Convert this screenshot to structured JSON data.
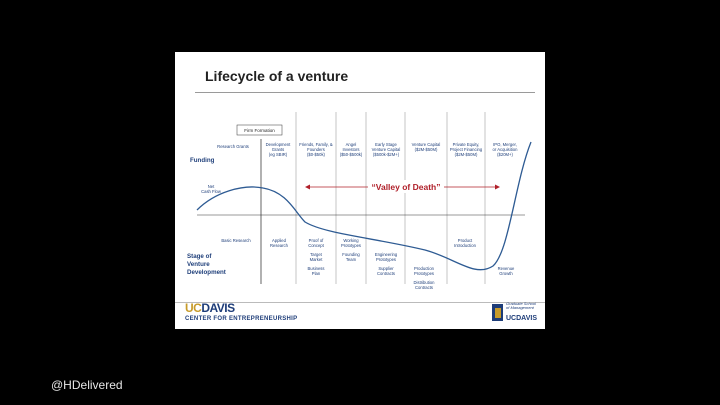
{
  "slide": {
    "title": "Lifecycle of a venture",
    "firm_formation": "Firm Formation",
    "funding_label": "Funding",
    "stage_label": [
      "Stage of",
      "Venture",
      "Development"
    ],
    "net_cash_flow": [
      "Net",
      "Cash Flow"
    ],
    "valley_of_death": "“Valley of Death”",
    "funding_columns": [
      [
        "Research Grants"
      ],
      [
        "Development",
        "Grants",
        "(eg SBIR)"
      ],
      [
        "Friends, Family, &",
        "Founders",
        "($0-$50k)"
      ],
      [
        "Angel",
        "Investors",
        "($50-$500k)"
      ],
      [
        "Early Stage",
        "Venture Capital",
        "($500k-$2M+)"
      ],
      [
        "Venture Capital",
        "($2M-$50M)"
      ],
      [
        "Private Equity,",
        "Project Financing",
        "($2M-$50M)"
      ],
      [
        "IPO, Merger,",
        "or Acquisition",
        "($20M+)"
      ]
    ],
    "stages": [
      [
        "Basic Research"
      ],
      [
        "Applied",
        "Research"
      ],
      [
        "Proof of",
        "Concept"
      ],
      [
        "Working",
        "Prototypes"
      ],
      [
        "Engineering",
        "Prototypes"
      ],
      [
        "Product",
        "Introduction"
      ],
      [
        "Revenue",
        "Growth"
      ]
    ],
    "sub_stages": [
      [
        "Target",
        "Market"
      ],
      [
        "Business",
        "Plan"
      ],
      [
        "Founding",
        "Team"
      ],
      [
        "Supplier",
        "Contracts"
      ],
      [
        "Production",
        "Prototypes"
      ],
      [
        "Distribution",
        "Contracts"
      ]
    ]
  },
  "footer": {
    "uc": "UC",
    "davis": "DAVIS",
    "center": "CENTER FOR ENTREPRENEURSHIP",
    "gsm_lines": [
      "Graduate School",
      "of Management"
    ],
    "gsm_uc": "UCDAVIS"
  },
  "handle": "@HDelivered",
  "colors": {
    "curve": "#2e5b93",
    "valley": "#b0202a",
    "text_blue": "#1f3f7a",
    "uc_gold": "#c79b2a",
    "uc_blue": "#1d3c78"
  }
}
